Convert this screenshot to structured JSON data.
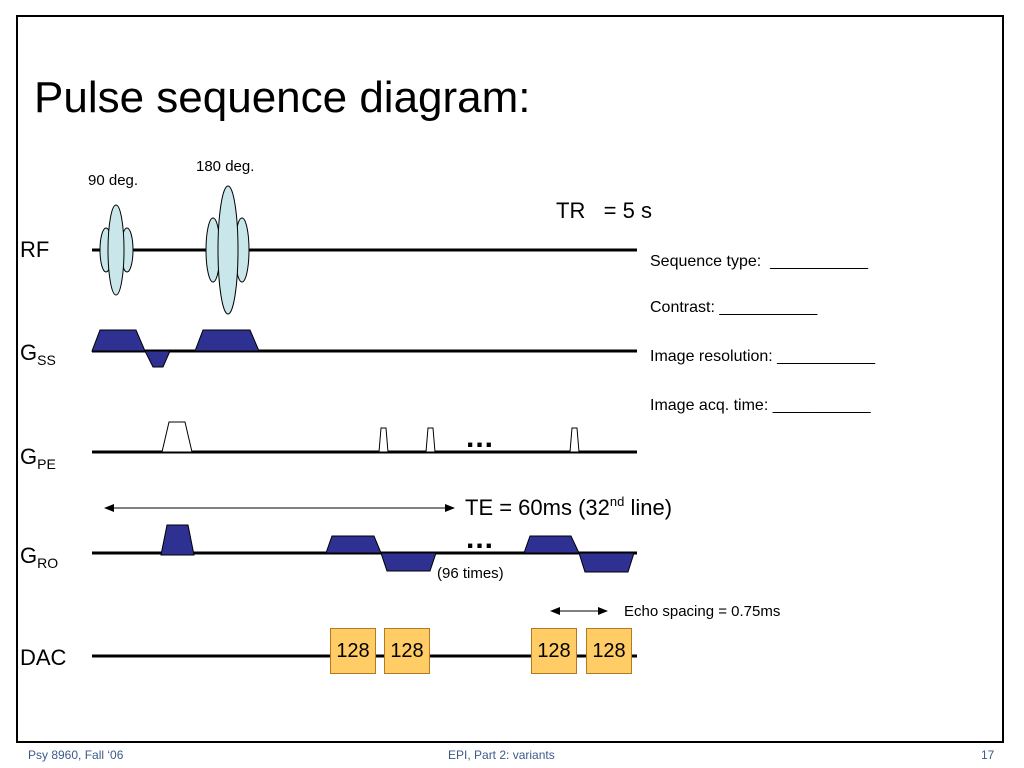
{
  "slide": {
    "title": "Pulse sequence diagram:",
    "pulse_labels": {
      "ninety": "90 deg.",
      "one_eighty": "180 deg."
    },
    "tr_label": "TR   = 5 s",
    "axes": {
      "rf": "RF",
      "gss_main": "G",
      "gss_sub": "SS",
      "gpe_main": "G",
      "gpe_sub": "PE",
      "gro_main": "G",
      "gro_sub": "RO",
      "dac": "DAC"
    },
    "info": {
      "sequence_type": "Sequence type:  ___________",
      "contrast": "Contrast: ___________",
      "image_resolution": "Image resolution: ___________",
      "image_acq_time": "Image acq. time: ___________"
    },
    "te": {
      "pre": "TE = 60ms (32",
      "sup": "nd",
      "post": " line)"
    },
    "repeat_note": "(96 times)",
    "ellipsis": "...",
    "echo_spacing": "Echo spacing = 0.75ms",
    "dac_boxes": [
      "128",
      "128",
      "128",
      "128"
    ]
  },
  "footer": {
    "left": "Psy 8960, Fall ‘06",
    "center": "EPI, Part 2:  variants",
    "right": "17"
  },
  "colors": {
    "gradient_fill": "#2e3192",
    "rf_pulse_fill": "#c9e7ea",
    "dac_box_fill": "#ffcc66"
  }
}
